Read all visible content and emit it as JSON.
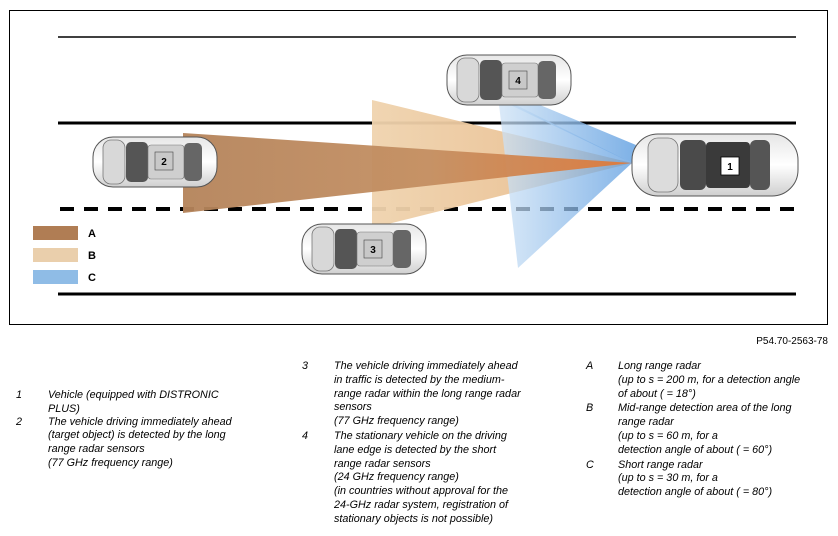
{
  "figure_ref": "P54.70-2563-78",
  "cars": [
    {
      "label": "1"
    },
    {
      "label": "2"
    },
    {
      "label": "3"
    },
    {
      "label": "4"
    }
  ],
  "legend": [
    {
      "label": "A",
      "color": "#b07d54"
    },
    {
      "label": "B",
      "color": "#eacfac"
    },
    {
      "label": "C",
      "color": "#8fbce6"
    }
  ],
  "captions": {
    "col1": [
      {
        "num": "1",
        "text": "Vehicle (equipped with DISTRONIC\nPLUS)"
      },
      {
        "num": "2",
        "text": "The vehicle driving immediately ahead\n(target object) is detected by the long\nrange radar sensors\n(77 GHz frequency range)"
      }
    ],
    "col2": [
      {
        "num": "3",
        "text": "The vehicle driving immediately ahead\nin traffic is detected by the medium-\nrange radar within the long range radar\nsensors\n(77 GHz frequency range)"
      },
      {
        "num": "4",
        "text": "The stationary vehicle on the driving\nlane edge is detected by the short\nrange radar sensors\n(24 GHz frequency range)\n(in countries without approval for the\n24-GHz radar system, registration of\nstationary objects is not possible)"
      }
    ],
    "col3": [
      {
        "num": "A",
        "text": "Long range radar\n(up to s = 200 m, for a detection angle\nof about   ( = 18°)"
      },
      {
        "num": "B",
        "text": "Mid-range detection area of the long\nrange radar\n(up to s = 60 m, for a\ndetection angle of about    ( = 60°)"
      },
      {
        "num": "C",
        "text": "Short range radar\n(up to s = 30 m, for a\ndetection angle of about    ( = 80°)"
      }
    ]
  }
}
